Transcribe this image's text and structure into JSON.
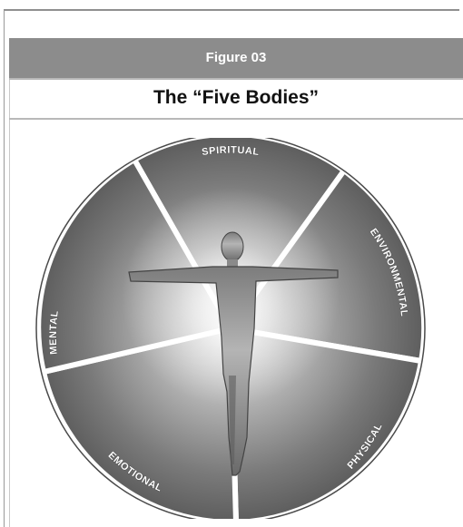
{
  "figure": {
    "number_label": "Figure 03",
    "title": "The “Five Bodies”"
  },
  "diagram": {
    "segments": [
      {
        "name": "spiritual",
        "label": "SPIRITUAL"
      },
      {
        "name": "environmental",
        "label": "ENVIRONMENTAL"
      },
      {
        "name": "physical",
        "label": "PHYSICAL"
      },
      {
        "name": "emotional",
        "label": "EMOTIONAL"
      },
      {
        "name": "mental",
        "label": "MENTAL"
      }
    ],
    "colors": {
      "segment_light": "#d8d8d8",
      "segment_dark": "#5a5a5a",
      "figure_body": "#9a9a9a",
      "header_bg": "#8c8c8c"
    }
  }
}
